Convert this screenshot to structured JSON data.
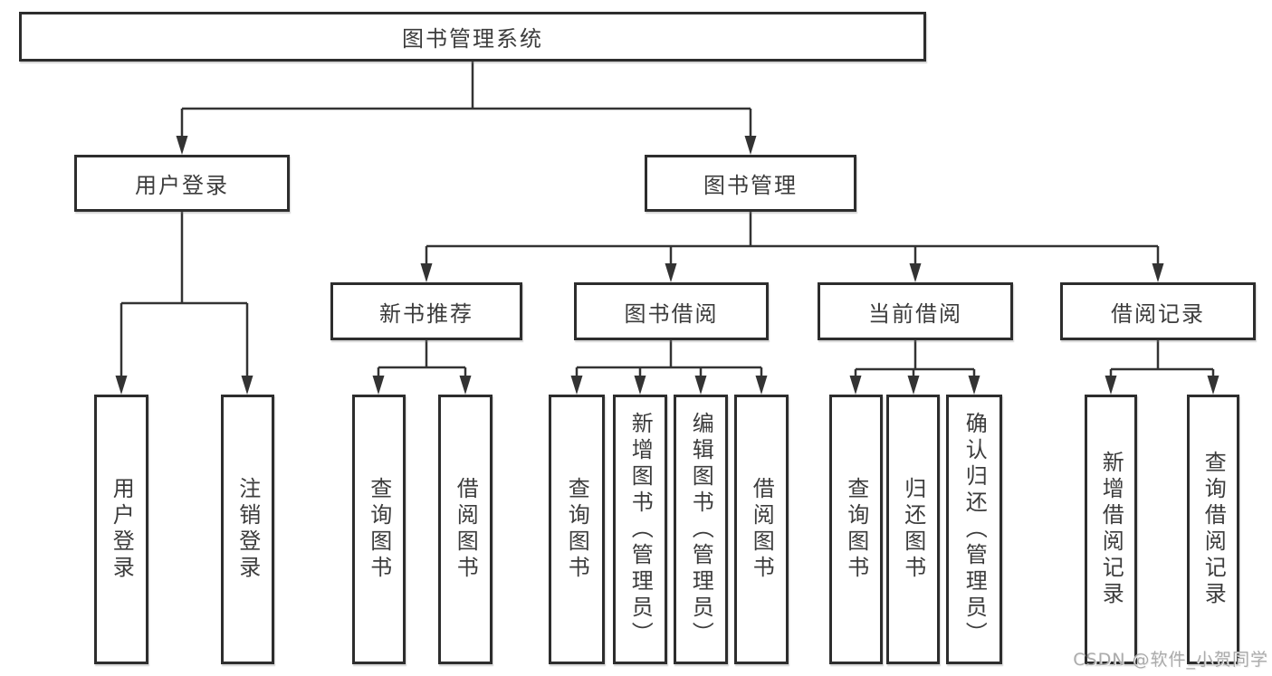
{
  "tree": {
    "root": {
      "label": "图书管理系统"
    },
    "branches": [
      {
        "label": "用户登录",
        "children": [
          {
            "label": "用户登录"
          },
          {
            "label": "注销登录"
          }
        ]
      },
      {
        "label": "图书管理",
        "children": [
          {
            "label": "新书推荐",
            "children": [
              {
                "label": "查询图书"
              },
              {
                "label": "借阅图书"
              }
            ]
          },
          {
            "label": "图书借阅",
            "children": [
              {
                "label": "查询图书"
              },
              {
                "label": "新增图书（管理员）"
              },
              {
                "label": "编辑图书（管理员）"
              },
              {
                "label": "借阅图书"
              }
            ]
          },
          {
            "label": "当前借阅",
            "children": [
              {
                "label": "查询图书"
              },
              {
                "label": "归还图书"
              },
              {
                "label": "确认归还（管理员）"
              }
            ]
          },
          {
            "label": "借阅记录",
            "children": [
              {
                "label": "新增借阅记录"
              },
              {
                "label": "查询借阅记录"
              }
            ]
          }
        ]
      }
    ]
  },
  "watermark": "CSDN @软件_小贺同学",
  "colors": {
    "line": "#333333",
    "box_border": "#2d2d2d",
    "box_fill": "#ffffff",
    "background": "#ffffff",
    "watermark": "#ababab"
  }
}
